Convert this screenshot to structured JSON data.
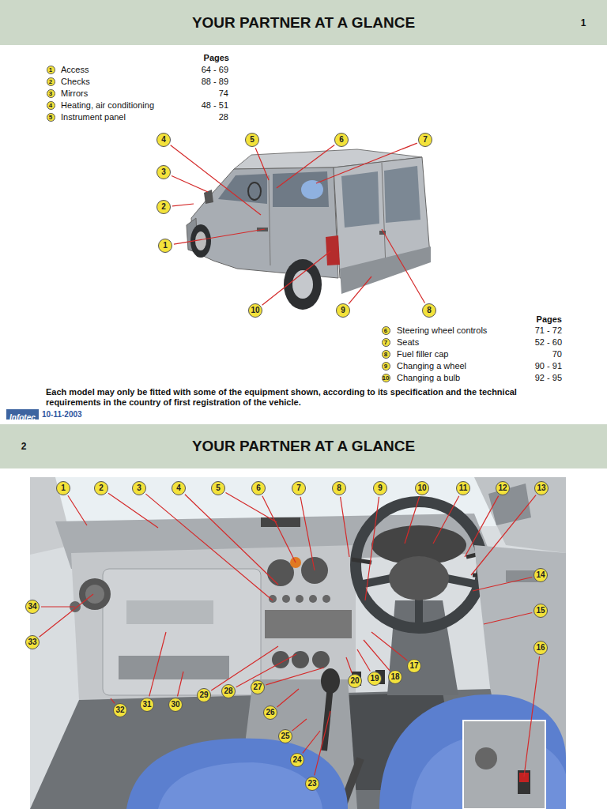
{
  "diagram": {
    "nodes": [
      {
        "text": [
          "YOUR PARTNER AT A GLANCE",
          "1"
        ]
      },
      {
        "text": [
          "2",
          "YOUR PARTNER AT A GLANCE"
        ]
      },
      {
        "text": [
          "Infotec"
        ]
      }
    ],
    "labels": [
      "Pages",
      "1",
      "Access",
      "64 - 69",
      "2",
      "Checks",
      "88 - 89",
      "3",
      "Mirrors",
      "74",
      "4",
      "Heating, air conditioning",
      "48 - 51",
      "5",
      "Instrument panel",
      "28",
      "4",
      "5",
      "6",
      "7",
      "3",
      "2",
      "1",
      "10",
      "9",
      "8",
      "Pages",
      "6",
      "Steering wheel controls",
      "71 - 72",
      "7",
      "Seats",
      "52 - 60",
      "8",
      "Fuel filler cap",
      "70",
      "9",
      "Changing a wheel",
      "90 - 91",
      "10",
      "Changing a bulb",
      "92 - 95",
      "Each model may only be fitted with some of the equipment shown, according to its specification and the technical requirements in the country of first registration of the vehicle.",
      "10-11-2003",
      "1",
      "2",
      "3",
      "4",
      "5",
      "6",
      "7",
      "8",
      "9",
      "10",
      "11",
      "12",
      "13",
      "14",
      "15",
      "16",
      "17",
      "18",
      "19",
      "20",
      "23",
      "24",
      "25",
      "26",
      "27",
      "28",
      "29",
      "30",
      "31",
      "32",
      "33",
      "34"
    ]
  }
}
